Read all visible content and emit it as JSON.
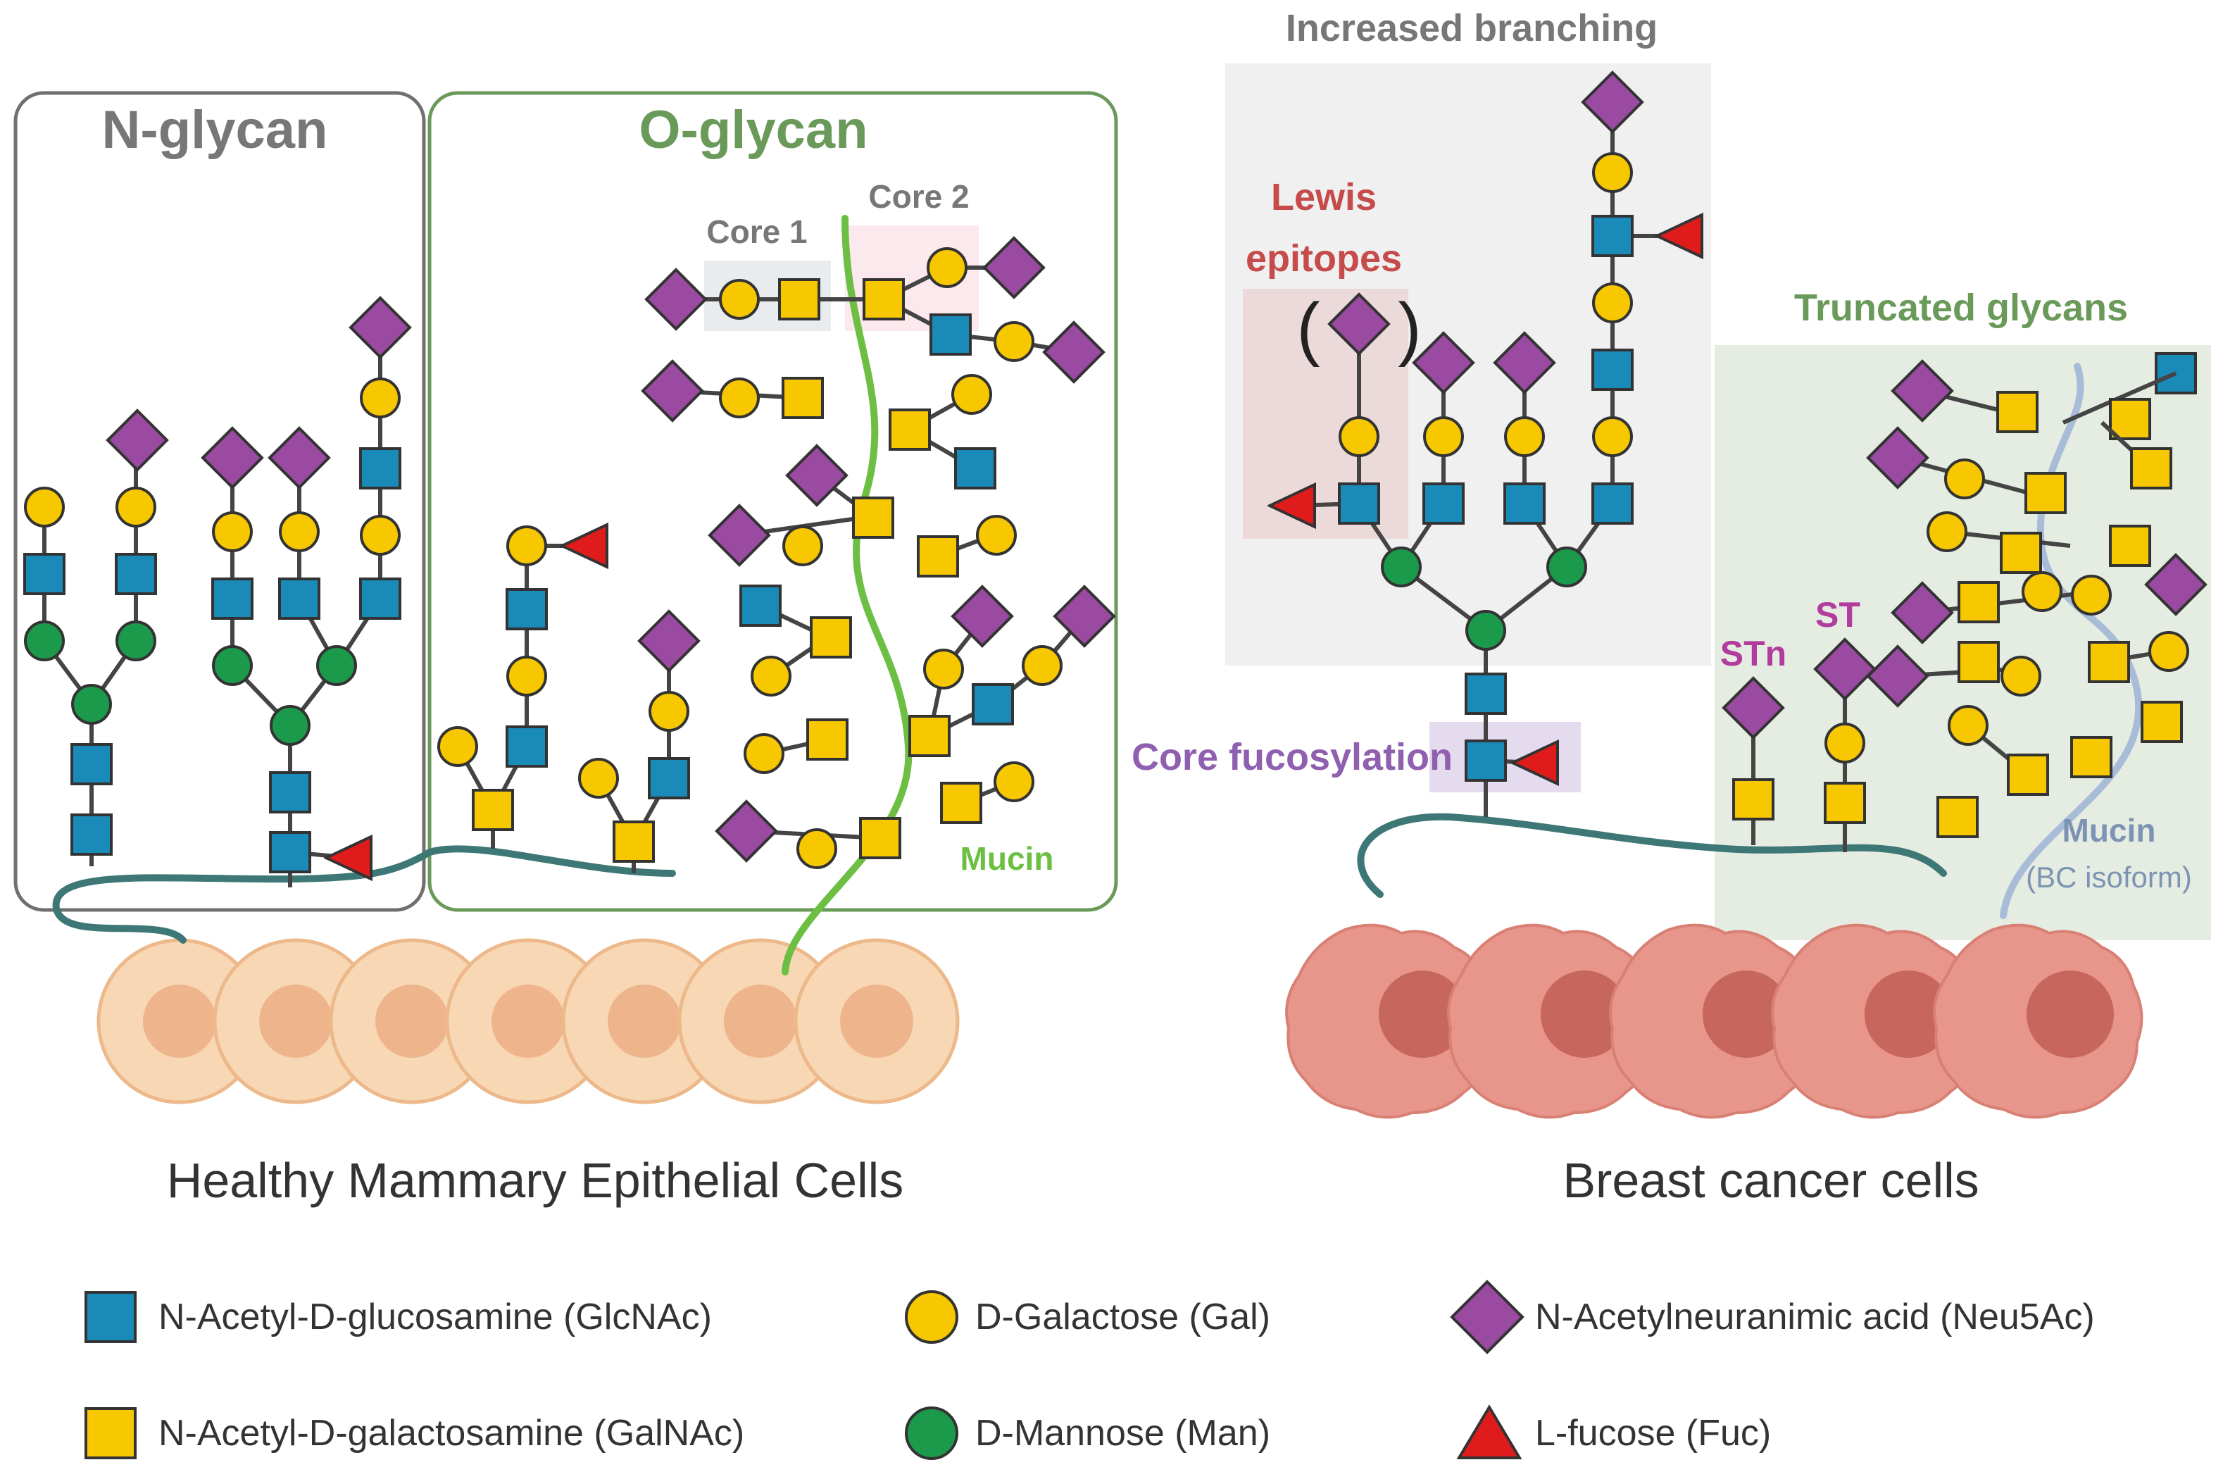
{
  "figure": {
    "healthy": {
      "nglycan_title": "N-glycan",
      "oglycan_title": "O-glycan",
      "core1_label": "Core 1",
      "core2_label": "Core 2",
      "mucin_label": "Mucin",
      "caption": "Healthy Mammary Epithelial Cells"
    },
    "cancer": {
      "increased_branching": "Increased branching",
      "lewis_label_1": "Lewis",
      "lewis_label_2": "epitopes",
      "lewis_paren_left": "(",
      "lewis_paren_right": ")",
      "core_fucosylation": "Core fucosylation",
      "truncated_glycans": "Truncated glycans",
      "stn_label": "STn",
      "st_label": "ST",
      "mucin_label": "Mucin",
      "mucin_isoform": "(BC isoform)",
      "caption": "Breast cancer cells"
    },
    "legend": [
      {
        "shape": "square",
        "color": "#1a8ab8",
        "icon": "glcnac-square-icon",
        "label": "N-Acetyl-D-glucosamine (GlcNAc)"
      },
      {
        "shape": "circle",
        "color": "#f7c800",
        "icon": "galactose-circle-icon",
        "label": "D-Galactose (Gal)"
      },
      {
        "shape": "diamond",
        "color": "#9b4aa2",
        "icon": "neu5ac-diamond-icon",
        "label": "N-Acetylneuranimic acid (Neu5Ac)"
      },
      {
        "shape": "square",
        "color": "#f7c800",
        "icon": "galnac-square-icon",
        "label": "N-Acetyl-D-galactosamine (GalNAc)"
      },
      {
        "shape": "circle",
        "color": "#1a9a4a",
        "icon": "mannose-circle-icon",
        "label": "D-Mannose (Man)"
      },
      {
        "shape": "triangle",
        "color": "#e01b1b",
        "icon": "fucose-triangle-icon",
        "label": "L-fucose (Fuc)"
      }
    ],
    "colors": {
      "glcnac": "#1a8ab8",
      "gal": "#f7c800",
      "neu5ac": "#9b4aa2",
      "man": "#1a9a4a",
      "fuc": "#e01b1b",
      "nglycan_box": "#707070",
      "oglycan_box": "#6a9a5a",
      "healthy_cell": "#f8d7b4",
      "cancer_cell": "#e8958c",
      "membrane": "#3e7876",
      "mucin_healthy": "#6cbf43",
      "mucin_cancer": "#a8bcd8",
      "title_grey": "#777777",
      "title_green": "#6a9a5a",
      "lewis_red": "#c64b4b",
      "core_fuc_purple": "#8f5fb0",
      "st_magenta": "#b23b9e"
    }
  }
}
